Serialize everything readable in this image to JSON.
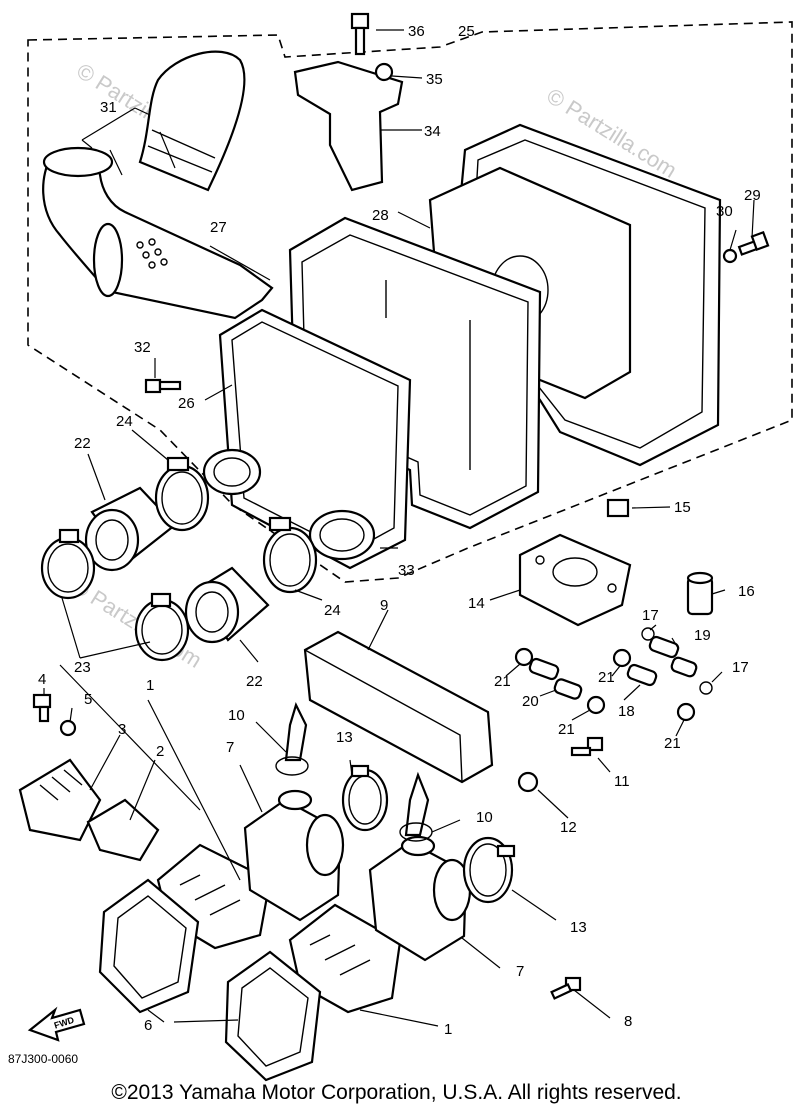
{
  "watermark": "© Partzilla.com",
  "part_labels": [
    "1",
    "2",
    "3",
    "4",
    "5",
    "6",
    "7",
    "8",
    "9",
    "10",
    "11",
    "12",
    "13",
    "14",
    "15",
    "16",
    "17",
    "18",
    "19",
    "20",
    "21",
    "22",
    "23",
    "24",
    "25",
    "26",
    "27",
    "28",
    "29",
    "30",
    "31",
    "32",
    "33",
    "34",
    "35",
    "36"
  ],
  "fwd_label": "FWD",
  "diagram_code": "87J300-0060",
  "copyright": "©2013 Yamaha Motor Corporation, U.S.A. All rights reserved."
}
